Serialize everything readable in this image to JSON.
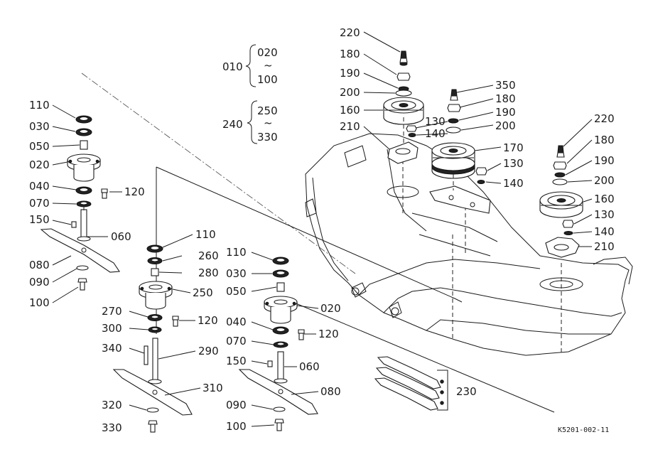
{
  "drawing_code": "K5201-002-11",
  "labels": {
    "l_010": "010",
    "l_020_top": "020",
    "l_tilde_1": "~",
    "l_100_top": "100",
    "l_240": "240",
    "l_250_top": "250",
    "l_tilde_2": "~",
    "l_330_top": "330",
    "l_220_a": "220",
    "l_180_a": "180",
    "l_190_a": "190",
    "l_200_a": "200",
    "l_160_a": "160",
    "l_210_a": "210",
    "l_350": "350",
    "l_180_b": "180",
    "l_130_b": "130",
    "l_190_b": "190",
    "l_140_b": "140",
    "l_200_b": "200",
    "l_170": "170",
    "l_130_c": "130",
    "l_140_c": "140",
    "l_220_c": "220",
    "l_180_c": "180",
    "l_190_c": "190",
    "l_200_c": "200",
    "l_160_c": "160",
    "l_130_d": "130",
    "l_140_d": "140",
    "l_210_c": "210",
    "l_110_l": "110",
    "l_030_l": "030",
    "l_050_l": "050",
    "l_020_l": "020",
    "l_040_l": "040",
    "l_120_l": "120",
    "l_070_l": "070",
    "l_150_l": "150",
    "l_060_l": "060",
    "l_080_l": "080",
    "l_090_l": "090",
    "l_100_l": "100",
    "l_110_m": "110",
    "l_260": "260",
    "l_280": "280",
    "l_250_m": "250",
    "l_270": "270",
    "l_120_m": "120",
    "l_300": "300",
    "l_340": "340",
    "l_290": "290",
    "l_310": "310",
    "l_320": "320",
    "l_330_m": "330",
    "l_110_r": "110",
    "l_030_r": "030",
    "l_050_r": "050",
    "l_020_r": "020",
    "l_040_r": "040",
    "l_120_r": "120",
    "l_070_r": "070",
    "l_150_r": "150",
    "l_060_r": "060",
    "l_080_r": "080",
    "l_090_r": "090",
    "l_100_r": "100",
    "l_230": "230"
  }
}
